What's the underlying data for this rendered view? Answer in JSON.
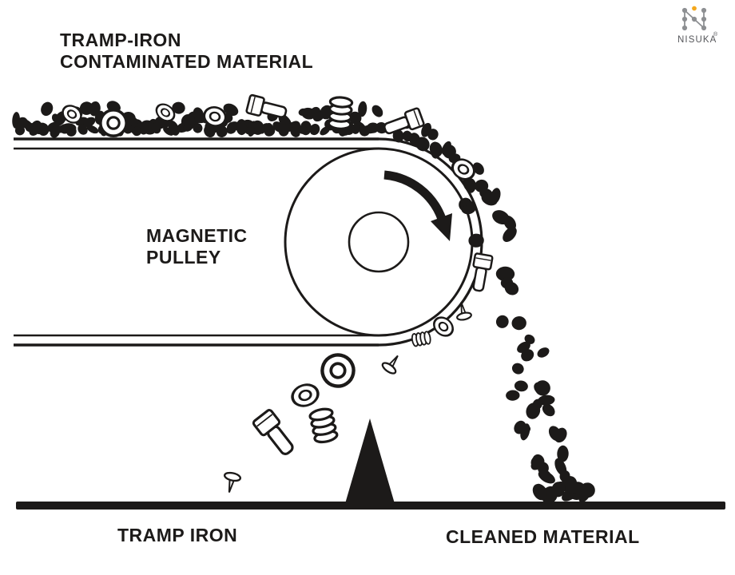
{
  "title": "Magnetic pulley tramp-iron separation diagram",
  "colors": {
    "ink": "#1c1a19",
    "paper": "#ffffff",
    "logo_dot_gray": "#8d8f92",
    "logo_dot_orange": "#f4a81d",
    "logo_text": "#55565a"
  },
  "labels": {
    "feed_line1": "TRAMP-IRON",
    "feed_line2": "CONTAMINATED MATERIAL",
    "pulley_line1": "MAGNETIC",
    "pulley_line2": "PULLEY",
    "tramp_iron": "TRAMP IRON",
    "cleaned_material": "CLEANED MATERIAL"
  },
  "logo": {
    "brand": "NISUKA",
    "registered_mark": "®"
  },
  "diagram": {
    "type": "magnetic-pulley-separator",
    "rotation": "clockwise",
    "components": [
      "conveyor-belt",
      "magnetic-pulley",
      "pulley-shaft",
      "rotation-arrow",
      "contaminated-material-layer",
      "iron-pieces-on-feed",
      "iron-pieces-on-pulley",
      "iron-pieces-falling",
      "cleaned-material-stream",
      "separator-wedge",
      "ground-line"
    ]
  }
}
